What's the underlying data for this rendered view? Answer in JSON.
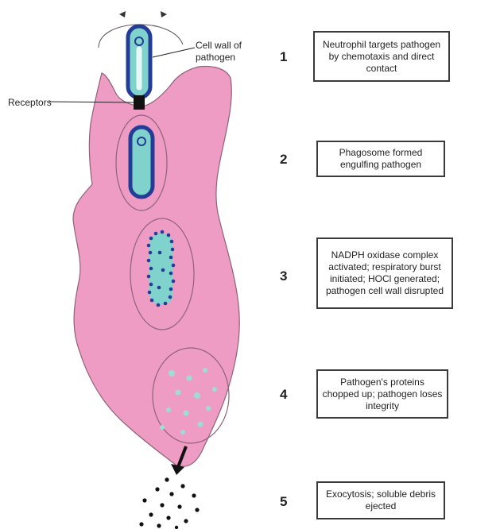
{
  "labels": {
    "cell_wall": "Cell wall of pathogen",
    "receptors": "Receptors"
  },
  "steps": [
    {
      "number": "1",
      "text": "Neutrophil targets pathogen by chemotaxis and direct contact"
    },
    {
      "number": "2",
      "text": "Phagosome formed engulfing pathogen"
    },
    {
      "number": "3",
      "text": "NADPH oxidase complex activated; respiratory burst initiated; HOCl generated; pathogen cell wall disrupted"
    },
    {
      "number": "4",
      "text": "Pathogen's proteins chopped up; pathogen loses integrity"
    },
    {
      "number": "5",
      "text": "Exocytosis; soluble debris ejected"
    }
  ],
  "colors": {
    "cell_fill": "#ef9cc4",
    "cell_stroke": "#8f6277",
    "pathogen_outer": "#243c96",
    "pathogen_inner": "#7fd3cc"
  }
}
